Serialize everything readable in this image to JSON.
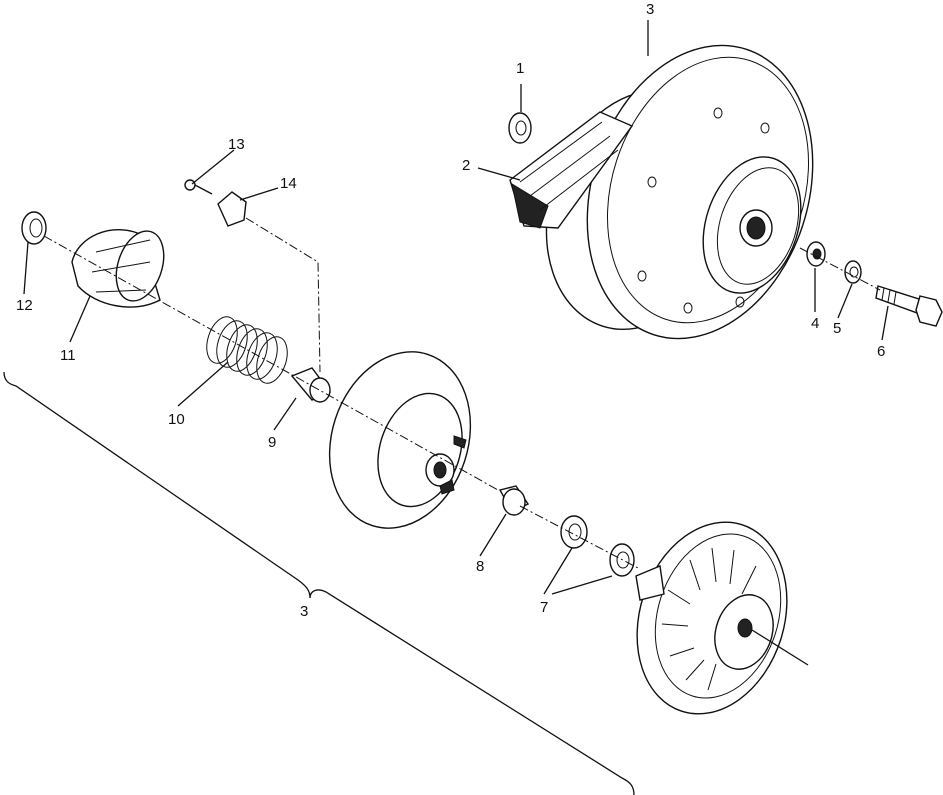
{
  "diagram": {
    "callouts": [
      {
        "id": "c1",
        "text": "1"
      },
      {
        "id": "c2",
        "text": "2"
      },
      {
        "id": "c3top",
        "text": "3"
      },
      {
        "id": "c4",
        "text": "4"
      },
      {
        "id": "c5",
        "text": "5"
      },
      {
        "id": "c6",
        "text": "6"
      },
      {
        "id": "c7",
        "text": "7"
      },
      {
        "id": "c8",
        "text": "8"
      },
      {
        "id": "c9",
        "text": "9"
      },
      {
        "id": "c10",
        "text": "10"
      },
      {
        "id": "c11",
        "text": "11"
      },
      {
        "id": "c12",
        "text": "12"
      },
      {
        "id": "c13",
        "text": "13"
      },
      {
        "id": "c14",
        "text": "14"
      },
      {
        "id": "c3bracket",
        "text": "3"
      }
    ]
  }
}
